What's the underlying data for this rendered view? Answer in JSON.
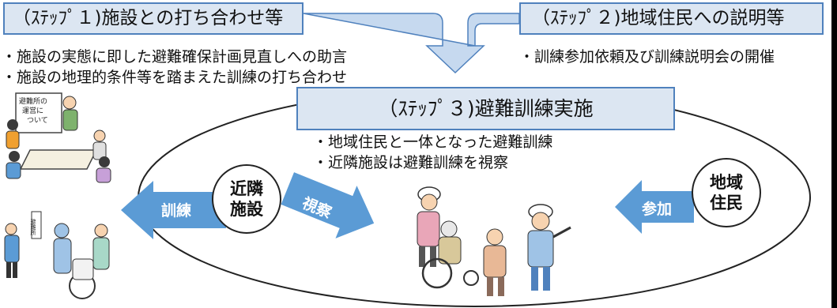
{
  "step1": {
    "title": "（ｽﾃｯﾌﾟ１)施設との打ち合わせ等",
    "bullets": [
      "・施設の実態に即した避難確保計画見直しへの助言",
      "・施設の地理的条件等を踏まえた訓練の打ち合わせ"
    ]
  },
  "step2": {
    "title": "（ｽﾃｯﾌﾟ２)地域住民への説明等",
    "bullets": [
      "・訓練参加依頼及び訓練説明会の開催"
    ]
  },
  "step3": {
    "title": "（ｽﾃｯﾌﾟ３)避難訓練実施",
    "bullets": [
      "・地域住民と一体となった避難訓練",
      "・近隣施設は避難訓練を視察"
    ]
  },
  "circles": {
    "neighbor": [
      "近隣",
      "施設"
    ],
    "residents": [
      "地域",
      "住民"
    ]
  },
  "arrows": {
    "training": "訓練",
    "observe": "視察",
    "participate": "参加"
  },
  "illustrations": {
    "meeting_board_lines": [
      "避難所の",
      "運営に",
      "ついて"
    ],
    "shelter_sign": "避難所"
  },
  "colors": {
    "box_fill": "#dce6f2",
    "box_border": "#4f81bd",
    "arrow_fill": "#5b9bd5",
    "arrow_light": "#c6d9ef"
  }
}
